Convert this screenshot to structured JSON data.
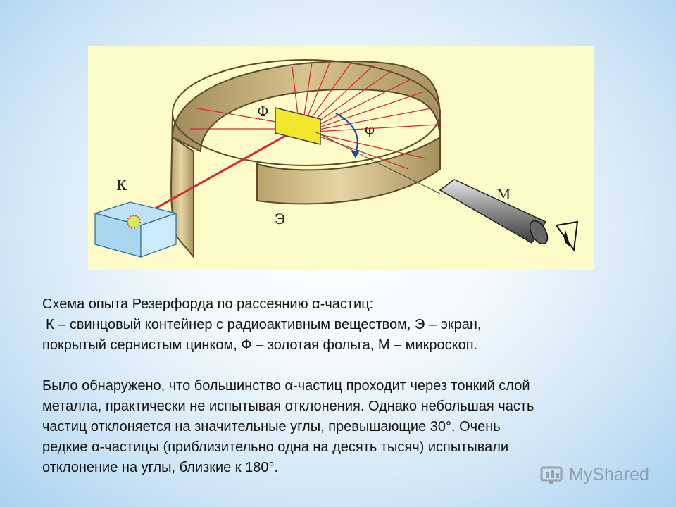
{
  "diagram": {
    "labels": {
      "container": "К",
      "foil": "Ф",
      "screen": "Э",
      "microscope": "М",
      "angle": "φ"
    }
  },
  "caption": {
    "line1": "Схема опыта Резерфорда по рассеянию α-частиц:",
    "line2": "К – свинцовый контейнер с радиоактивным веществом, Э – экран,",
    "line3": "покрытый сернистым цинком, Ф – золотая фольга, М – микроскоп.",
    "para2_line1": "Было обнаружено, что большинство α-частиц проходит через тонкий слой",
    "para2_line2": "металла, практически не испытывая отклонения. Однако небольшая часть",
    "para2_line3": "частиц отклоняется на значительные углы, превышающие 30°. Очень",
    "para2_line4": "редкие α-частицы (приблизительно одна на десять тысяч) испытывали",
    "para2_line5": "отклонение на углы, близкие к 180°."
  },
  "watermark": {
    "text": "MyShared"
  }
}
